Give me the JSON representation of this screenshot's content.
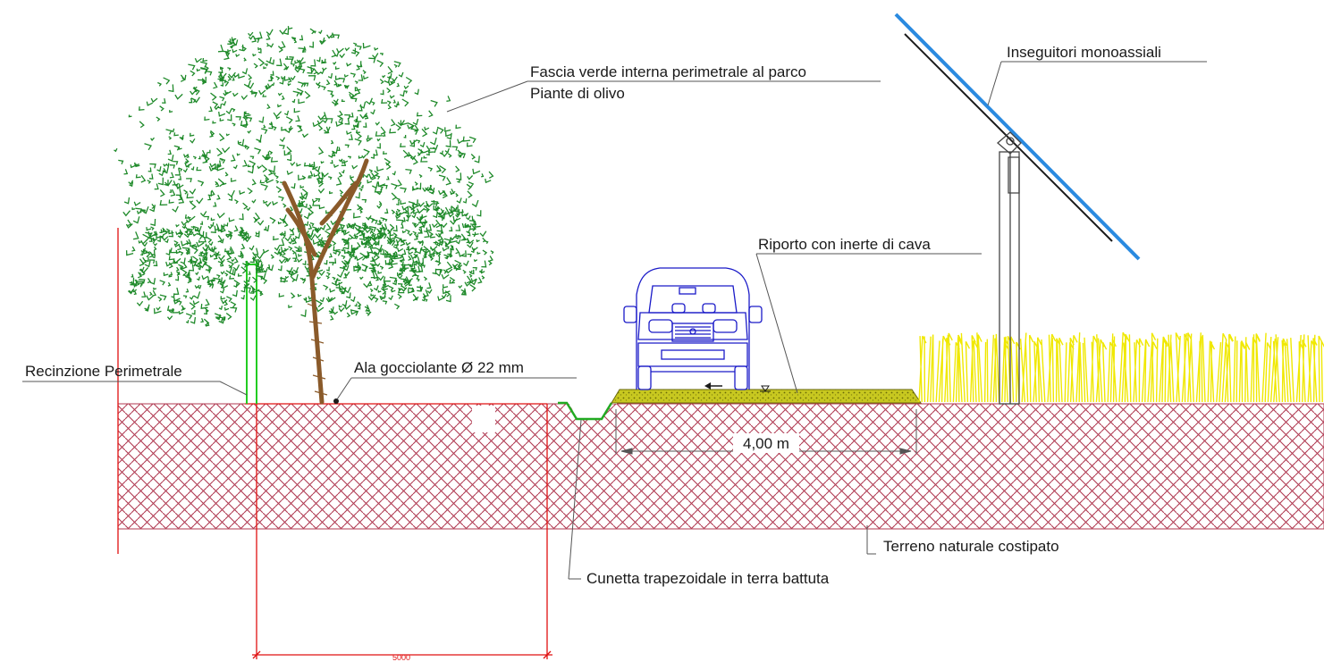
{
  "labels": {
    "fascia_verde": "Fascia verde interna perimetrale al parco",
    "piante_olivo": "Piante di olivo",
    "inseguitori": "Inseguitori monoassiali",
    "riporto": "Riporto con inerte di cava",
    "recinzione": "Recinzione Perimetrale",
    "ala_gocciolante": "Ala gocciolante Ø 22 mm",
    "terreno": "Terreno naturale costipato",
    "cunetta": "Cunetta trapezoidale in terra battuta"
  },
  "dimensions": {
    "road_width": "4,00 m",
    "green_band": "5000"
  },
  "colors": {
    "soil": "#b03a52",
    "gravel": "#b8b81a",
    "tree_foliage": "#1f8a2a",
    "tree_trunk": "#8a5a2a",
    "car": "#1a1ac8",
    "panel": "#2a8ae0",
    "crop": "#f0e800",
    "fence": "#22cc22",
    "dimension_red": "#e01010"
  }
}
